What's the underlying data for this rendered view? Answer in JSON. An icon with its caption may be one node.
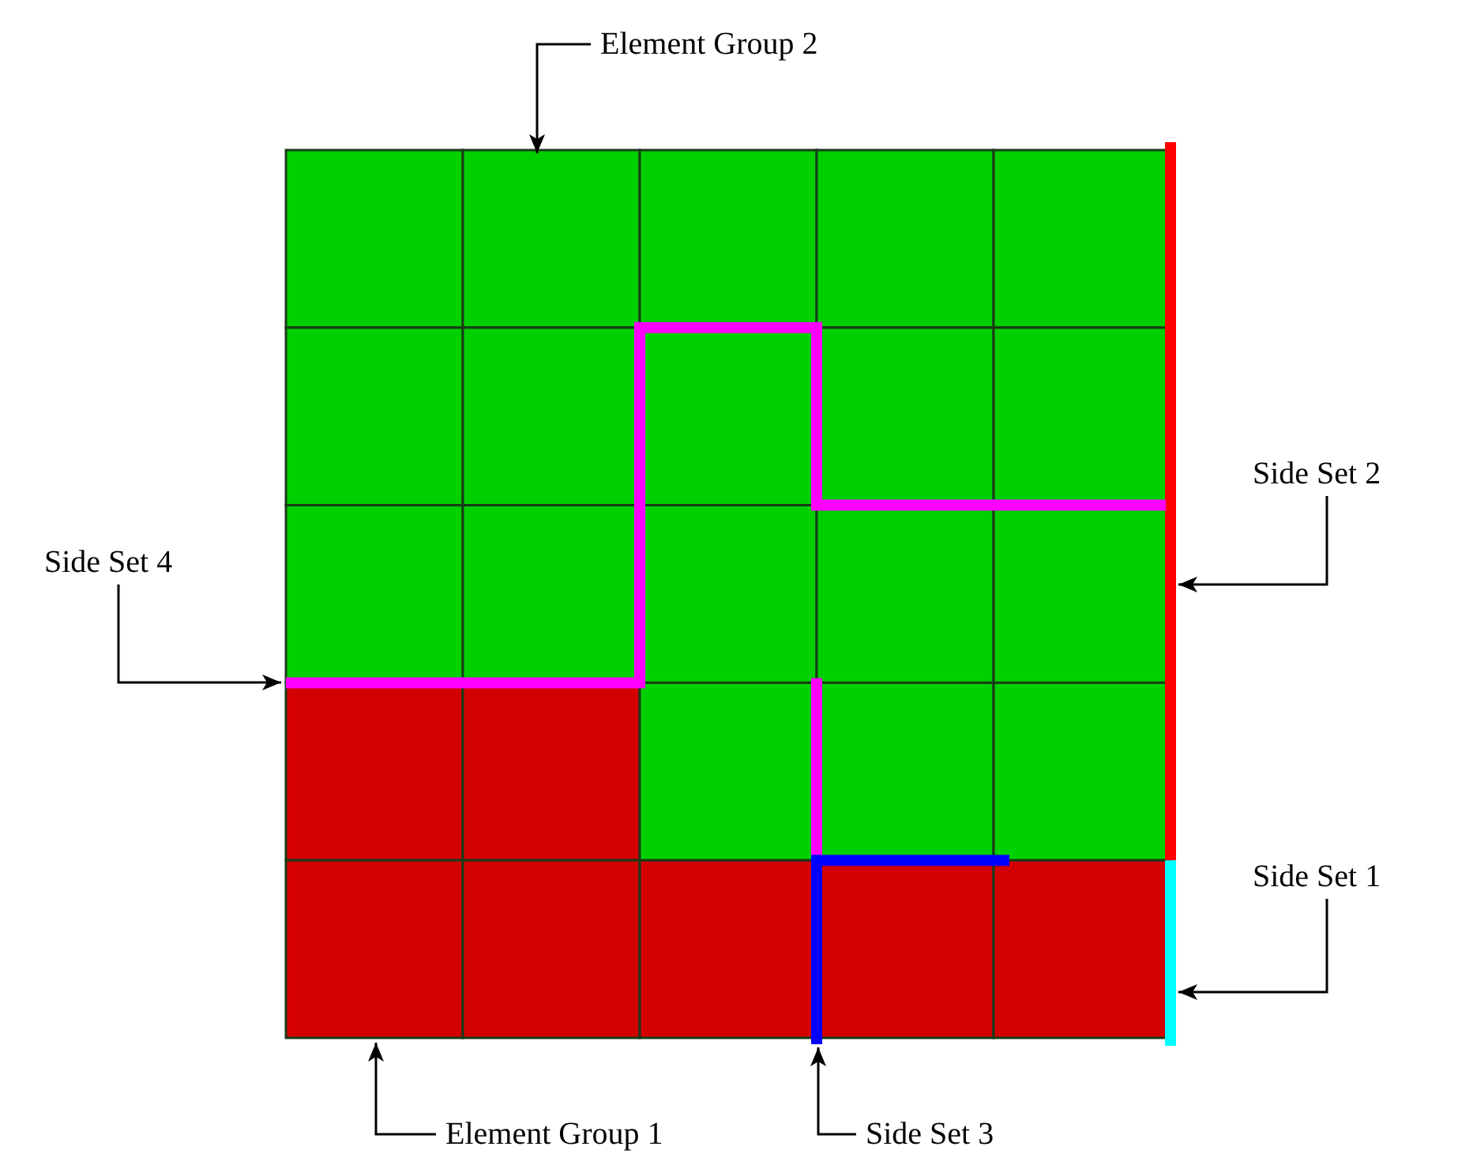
{
  "diagram": {
    "nodes": [
      {
        "text": [
          "Element Group 2"
        ]
      },
      {
        "text": [
          "Side Set 2"
        ]
      },
      {
        "text": [
          "Side Set 4"
        ]
      },
      {
        "text": [
          "Side Set 1"
        ]
      },
      {
        "text": [
          "Element Group 1"
        ]
      },
      {
        "text": [
          "Side Set 3"
        ]
      }
    ],
    "edges": [
      {
        "from": 0,
        "to": null,
        "arrow": "to"
      },
      {
        "from": 1,
        "to": null,
        "arrow": "to"
      },
      {
        "from": 2,
        "to": null,
        "arrow": "to"
      },
      {
        "from": 3,
        "to": null,
        "arrow": "to"
      },
      {
        "from": 4,
        "to": null,
        "arrow": "to"
      },
      {
        "from": 5,
        "to": null,
        "arrow": "to"
      }
    ]
  }
}
